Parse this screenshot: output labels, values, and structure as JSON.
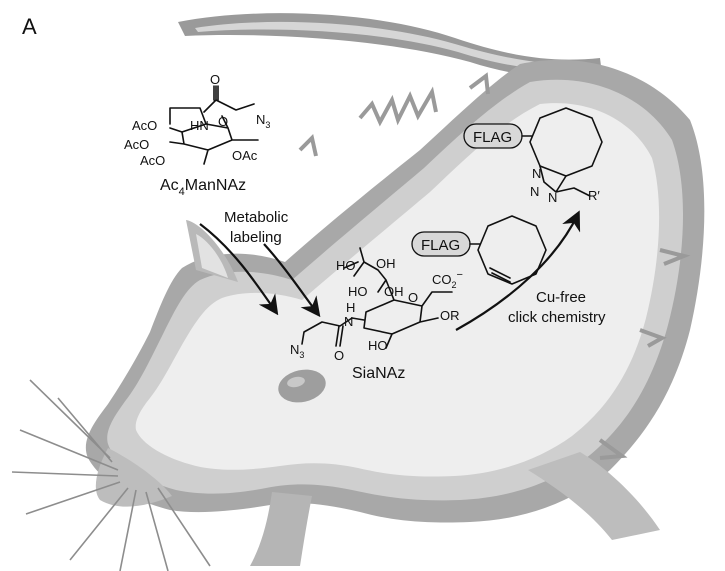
{
  "panel_label": "A",
  "ac4mannaz": {
    "name_prefix": "Ac",
    "name_subscript": "4",
    "name_suffix": "ManNAz",
    "groups": {
      "aco_top": "AcO",
      "aco_mid": "AcO",
      "aco_low": "AcO",
      "hn": "HN",
      "o_carbonyl": "O",
      "n3": "N",
      "n3_sub": "3",
      "oac": "OAc",
      "o_ring": "O"
    }
  },
  "metabolic_labeling": {
    "line1": "Metabolic",
    "line2": "labeling"
  },
  "sianaz": {
    "name": "SiaNAz",
    "groups": {
      "ho_a": "HO",
      "oh_a": "OH",
      "ho_b": "HO",
      "oh_b": "OH",
      "co2": "CO",
      "co2_sub": "2",
      "co2_charge": "−",
      "or": "OR",
      "o_ring": "O",
      "ho_c": "HO",
      "h": "H",
      "n": "N",
      "o_amide": "O",
      "n3": "N",
      "n3_sub": "3"
    }
  },
  "reagent": {
    "flag_label": "FLAG"
  },
  "product": {
    "flag_label": "FLAG",
    "n_top": "N",
    "n_left": "N",
    "n_bottom": "N",
    "r_prime": "R′"
  },
  "cu_free": {
    "line1": "Cu-free",
    "line2": "click chemistry"
  },
  "colors": {
    "rat_light": "#eeeeee",
    "rat_mid": "#cfcfcf",
    "rat_dark": "#a6a6a6",
    "rat_darker": "#8e8e8e",
    "flag_fill": "#d8d8d8",
    "ink": "#111111"
  },
  "icons": {
    "rat": "rat-silhouette",
    "arrows": "curved-arrow"
  }
}
